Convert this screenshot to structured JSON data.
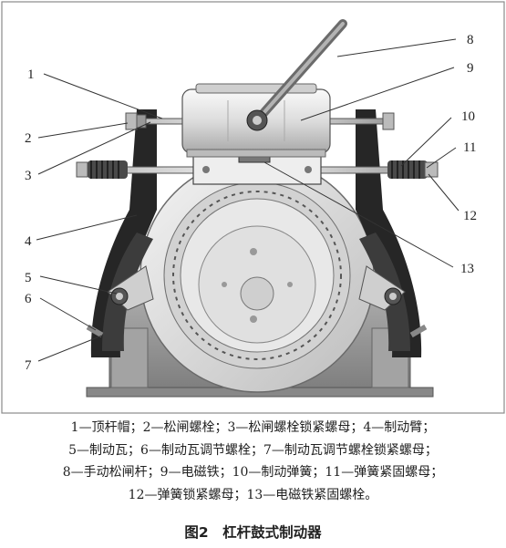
{
  "callouts": [
    "1",
    "2",
    "3",
    "4",
    "5",
    "6",
    "7",
    "8",
    "9",
    "10",
    "11",
    "12",
    "13"
  ],
  "legend": [
    "1—顶杆帽；2—松闸螺栓；3—松闸螺栓锁紧螺母；4—制动臂；",
    "5—制动瓦；6—制动瓦调节螺栓；7—制动瓦调节螺栓锁紧螺母；",
    "8—手动松闸杆；9—电磁铁；10—制动弹簧；11—弹簧紧固螺母；",
    "12—弹簧锁紧螺母；13—电磁铁紧固螺栓。"
  ],
  "caption": "图2　杠杆鼓式制动器",
  "colors": {
    "arm": "#262626",
    "shoe": "#3c3c3c",
    "drum": "#e6e6e6",
    "base": "#9a9a9a"
  }
}
